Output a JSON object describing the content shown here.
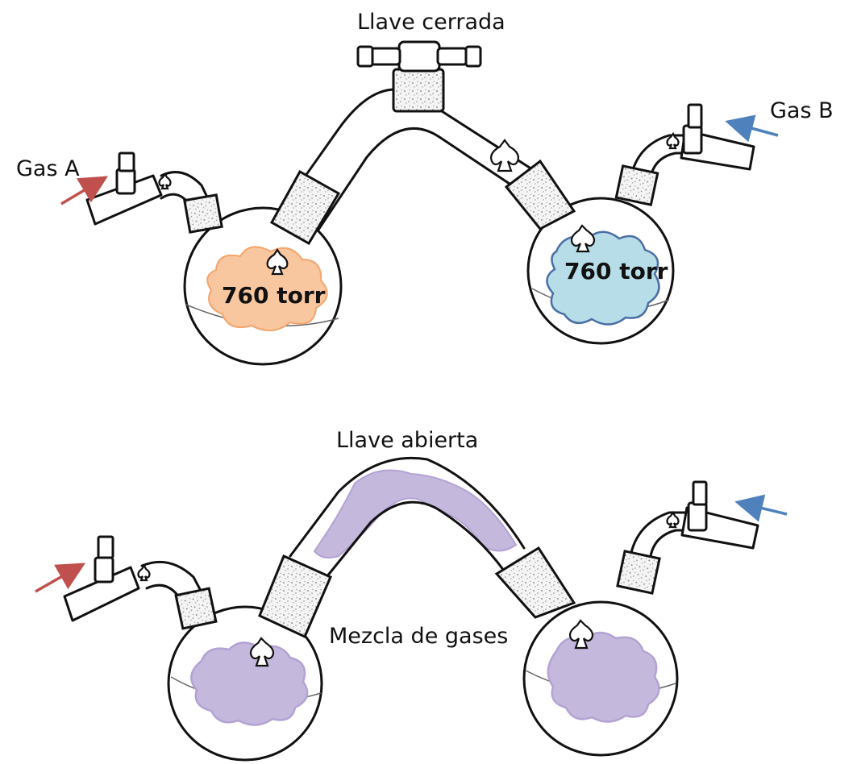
{
  "colors": {
    "gas_a": "#f9c79f",
    "gas_a_stroke": "#f4a46a",
    "gas_b": "#b7dde8",
    "gas_b_stroke": "#4a6fa5",
    "mixture": "#c5b8dd",
    "mixture_stroke": "#b3a2d3",
    "arrow_a": "#c0504d",
    "arrow_b": "#4f81bd"
  },
  "top": {
    "valve_label": "Llave cerrada",
    "gas_a_label": "Gas A",
    "gas_b_label": "Gas B",
    "pressure_left": "760 torr",
    "pressure_right": "760 torr"
  },
  "bottom": {
    "valve_label": "Llave  abierta",
    "mixture_label": "Mezcla de gases"
  }
}
